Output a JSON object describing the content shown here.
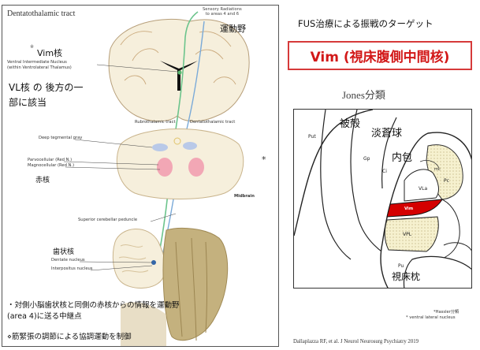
{
  "left_panel": {
    "title": "Dentatothalamic tract",
    "sensory_radiations": "Sensory Radiations\nto areas 4 and 6",
    "motor_area": "運動野",
    "asterisk": "※",
    "vim_label": "Vim核",
    "vim_desc_1": "Ventral Intermediate Nucleus",
    "vim_desc_2": "(within Ventrolateral Thalamus)",
    "vl_note_1": "VL核 の 後方の一",
    "vl_note_2": "部に該当",
    "rubrothalamic": "Rubrothalamic tract",
    "dentatothalamic": "Dentatothalamic tract",
    "deep_tegmental": "Deep tegmental gray",
    "parvocellular": "Parvocellular (Red N.)",
    "magnocellular": "Magnocellular (Red N.)",
    "red_nucleus_jp": "赤核",
    "midbrain": "Midbrain",
    "superior_peduncle": "Superior cerebellar peduncle",
    "dentate_jp": "歯状核",
    "dentate_nucleus": "Dentate nucleus",
    "interpositus": "Interpositus nucleus",
    "note_1": "・対側小脳歯状核と同側の赤核からの情報を運動野",
    "note_2": "(area 4)に送る中継点",
    "note_3": "⋄筋緊張の調節による協調運動を制御"
  },
  "side_asterisk": "*",
  "right_panel": {
    "title": "FUS治療による振戦のターゲット",
    "banner": "Vim (視床腹側中間核)",
    "classification": "Jones分類",
    "figure_labels": {
      "hikaku": "被殻",
      "tansokyu": "淡蒼球",
      "naiho": "内包",
      "put": "Put",
      "gp": "Gp",
      "ci": "Ci",
      "mc": "mc",
      "pc": "Pc",
      "vla": "VLa",
      "vim": "Vim",
      "vpl": "VPL",
      "pu": "Pu",
      "pulvinar": "視床枕"
    },
    "footnote_1": "*Hassler分類",
    "footnote_2": "* ventral lateral nucleus",
    "citation": "Dallaplazza RF, et al. J Neurol Neurosurg Psychiatry 2019"
  },
  "colors": {
    "banner_border": "#d63a3a",
    "banner_text": "#d21818",
    "vim_fill": "#d40000",
    "red_nucleus": "#f2a7b5",
    "tract_green": "#6cc48c",
    "tract_blue": "#7aaad8",
    "dotted_fill": "#f6f1cf"
  }
}
